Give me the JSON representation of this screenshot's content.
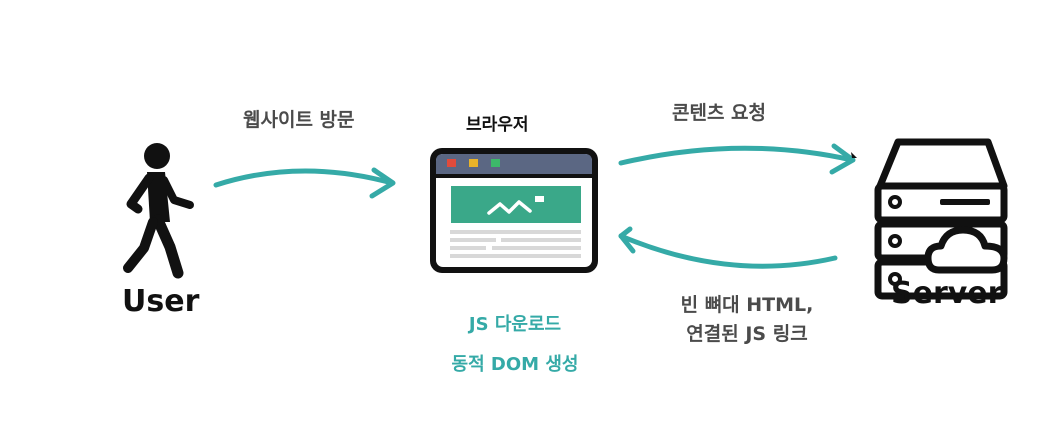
{
  "nodes": {
    "user": {
      "label": "User",
      "icon": "walking-person-icon"
    },
    "browser": {
      "label": "브라우저",
      "icon": "browser-window-icon"
    },
    "server": {
      "label": "Server",
      "icon": "server-cloud-icon"
    }
  },
  "edges": {
    "visit": {
      "label": "웹사이트 방문"
    },
    "request": {
      "label": "콘텐츠 요청"
    },
    "response": {
      "line1": "빈 뼈대 HTML,",
      "line2": "연결된 JS 링크"
    }
  },
  "browser_notes": {
    "line1": "JS 다운로드",
    "line2": "동적 DOM 생성"
  },
  "colors": {
    "accent": "#35aaa7",
    "browser_bar": "#5b6783",
    "browser_image": "#3aa889",
    "dot_red": "#e04b3c",
    "dot_yellow": "#e8b32a",
    "dot_green": "#3db86a",
    "text_grey": "#4b4b4b",
    "text_black": "#111111"
  }
}
